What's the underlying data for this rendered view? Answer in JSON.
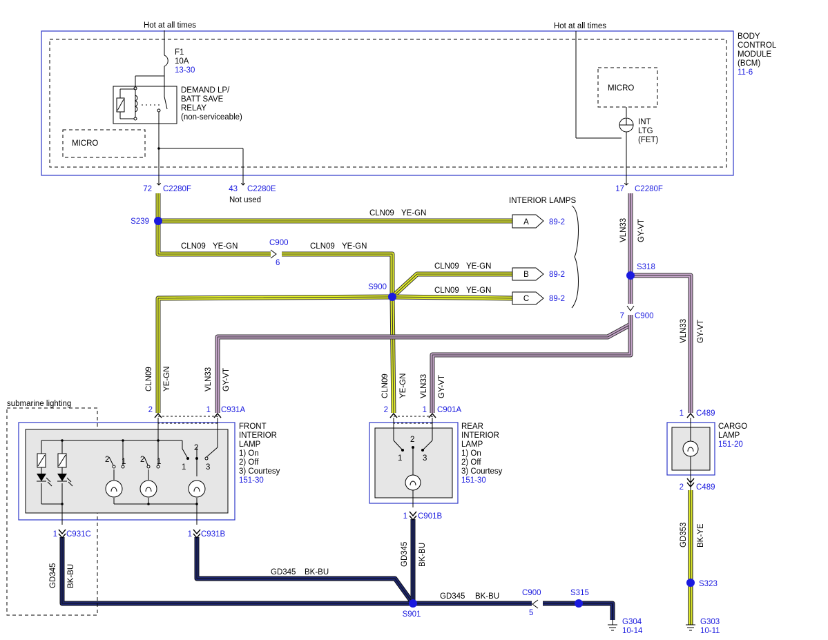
{
  "power": {
    "hot_left": "Hot at all times",
    "hot_right": "Hot at all times"
  },
  "bcm": {
    "name_lines": [
      "BODY",
      "CONTROL",
      "MODULE",
      "(BCM)"
    ],
    "page": "11-6"
  },
  "fuse": {
    "id": "F1",
    "rating": "10A",
    "page": "13-30"
  },
  "relay": {
    "lines": [
      "DEMAND LP/",
      "BATT SAVE",
      "RELAY",
      "(non-serviceable)"
    ]
  },
  "micro_left": "MICRO",
  "micro_right": "MICRO",
  "int_ltg": {
    "lines": [
      "INT",
      "LTG",
      "(FET)"
    ]
  },
  "bcm_pins": {
    "pin72": "72",
    "conn72": "C2280F",
    "pin43": "43",
    "conn43": "C2280E",
    "not_used": "Not used",
    "pin17": "17",
    "conn17": "C2280F"
  },
  "splices": {
    "s239": "S239",
    "s900": "S900",
    "s318": "S318",
    "s901": "S901",
    "s315": "S315",
    "s323": "S323"
  },
  "interior_lamps": {
    "title": "INTERIOR LAMPS",
    "refs": [
      {
        "letter": "A",
        "page": "89-2"
      },
      {
        "letter": "B",
        "page": "89-2"
      },
      {
        "letter": "C",
        "page": "89-2"
      }
    ]
  },
  "wires": {
    "cln09": "CLN09",
    "ye_gn": "YE-GN",
    "vln33": "VLN33",
    "gy_vt": "GY-VT",
    "gd345": "GD345",
    "bk_bu": "BK-BU",
    "gd353": "GD353",
    "bk_ye": "BK-YE"
  },
  "inline_connectors": {
    "c900": "C900",
    "pin6": "6",
    "pin7": "7",
    "pin5": "5"
  },
  "front_lamp": {
    "title_lines": [
      "FRONT",
      "INTERIOR",
      "LAMP",
      "1) On",
      "2) Off",
      "3) Courtesy"
    ],
    "page": "151-30",
    "c931a": "C931A",
    "c931b": "C931B",
    "c931c": "C931C",
    "pin2": "2",
    "pin1": "1",
    "sw_labels": [
      "2",
      "1",
      "2",
      "1",
      "2",
      "1",
      "3"
    ]
  },
  "rear_lamp": {
    "title_lines": [
      "REAR",
      "INTERIOR",
      "LAMP",
      "1) On",
      "2) Off",
      "3) Courtesy"
    ],
    "page": "151-30",
    "c901a": "C901A",
    "c901b": "C901B",
    "pin2": "2",
    "pin1": "1",
    "sw_labels": [
      "2",
      "1",
      "3"
    ]
  },
  "cargo_lamp": {
    "title_lines": [
      "CARGO",
      "LAMP"
    ],
    "page": "151-20",
    "c489": "C489",
    "pin1": "1",
    "pin2": "2"
  },
  "submarine_label": "submarine lighting",
  "grounds": {
    "g304": "G304",
    "g304_page": "10-14",
    "g303": "G303",
    "g303_page": "10-11"
  },
  "colors": {
    "yellow_green": "#e4ef2a",
    "gray_violet": "#c4a3c8",
    "black_blue": "#1d2670",
    "black_yellow": "#e4ef2a",
    "splice_dot": "#1a1adf",
    "module_border": "#2b35c9"
  }
}
